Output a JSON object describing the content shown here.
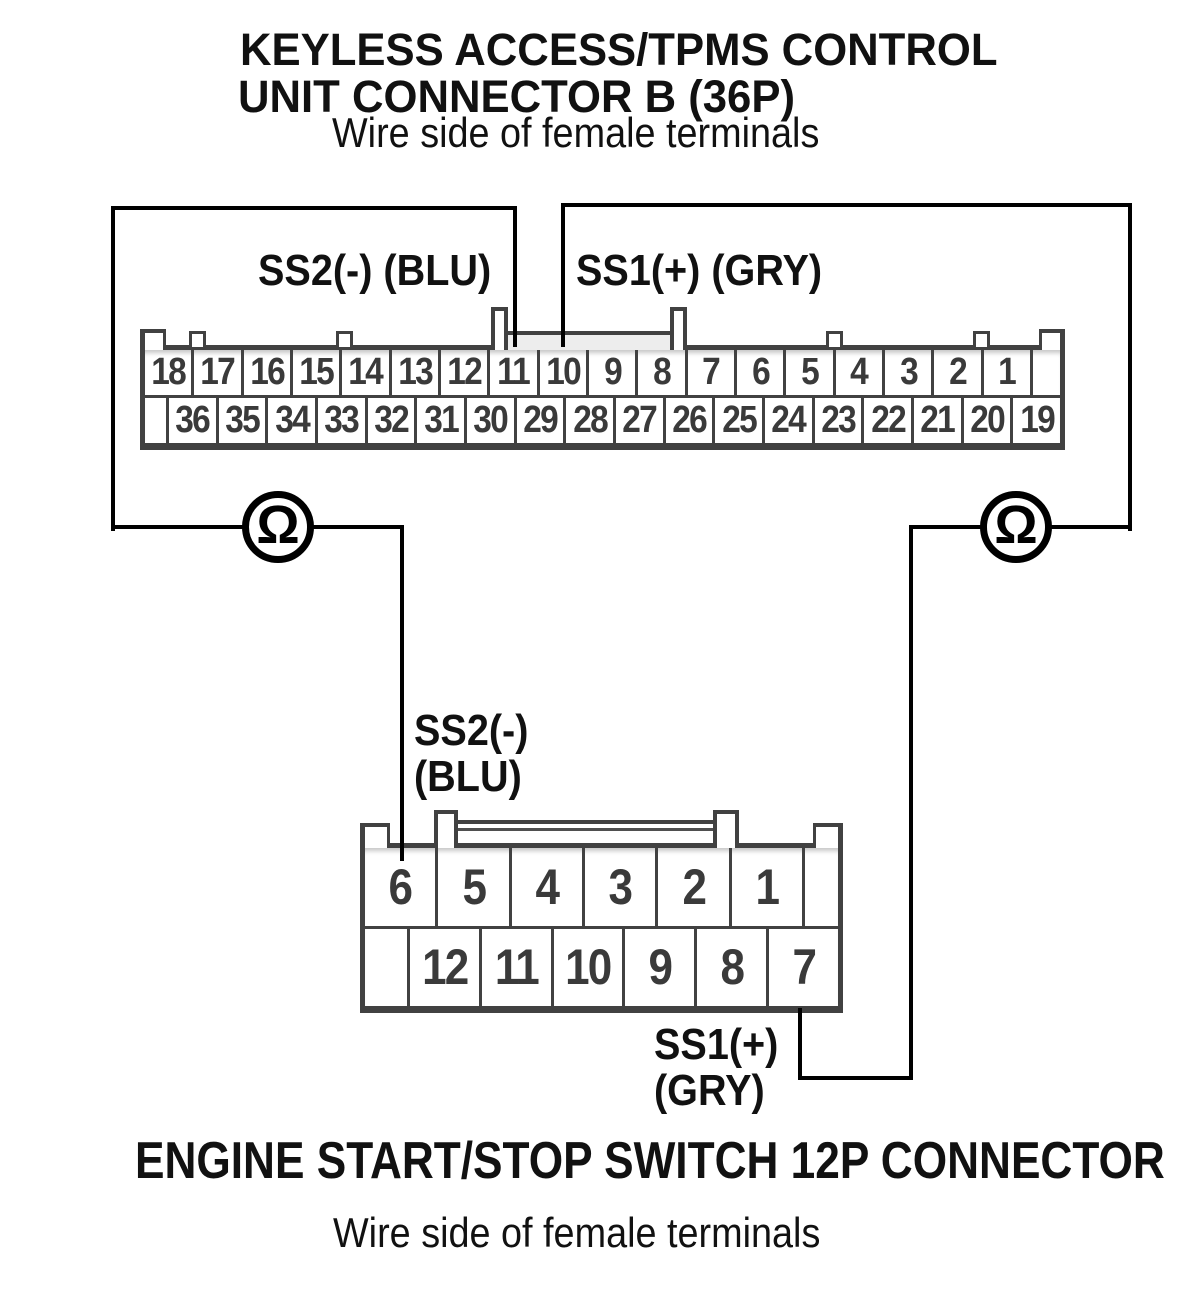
{
  "header": {
    "title_line1": "KEYLESS ACCESS/TPMS CONTROL",
    "title_line2": "UNIT CONNECTOR B (36P)",
    "subtitle": "Wire side of female terminals"
  },
  "probe_labels": {
    "left": "SS2(-) (BLU)",
    "right": "SS1(+) (GRY)"
  },
  "top_connector": {
    "row1": [
      "18",
      "17",
      "16",
      "15",
      "14",
      "13",
      "12",
      "11",
      "10",
      "9",
      "8",
      "7",
      "6",
      "5",
      "4",
      "3",
      "2",
      "1"
    ],
    "row2": [
      "36",
      "35",
      "34",
      "33",
      "32",
      "31",
      "30",
      "29",
      "28",
      "27",
      "26",
      "25",
      "24",
      "23",
      "22",
      "21",
      "20",
      "19"
    ]
  },
  "mid_label": {
    "line1": "SS2(-)",
    "line2": "(BLU)"
  },
  "bottom_connector": {
    "row1": [
      "6",
      "5",
      "4",
      "3",
      "2",
      "1"
    ],
    "row2": [
      "12",
      "11",
      "10",
      "9",
      "8",
      "7"
    ]
  },
  "bottom_label": {
    "line1": "SS1(+)",
    "line2": "(GRY)"
  },
  "footer": {
    "title": "ENGINE START/STOP SWITCH 12P CONNECTOR",
    "subtitle": "Wire side of female terminals"
  },
  "meter": {
    "symbol": "Ω"
  },
  "colors": {
    "wire": "#000000",
    "grid": "#414141",
    "number": "#3a3a3a",
    "ink": "#111111",
    "bg": "#ffffff"
  }
}
